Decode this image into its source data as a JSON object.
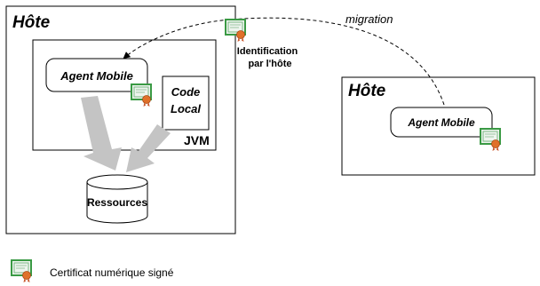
{
  "left_host": {
    "title": "Hôte",
    "jvm_label": "JVM",
    "agent_label": "Agent Mobile",
    "code_local_line1": "Code",
    "code_local_line2": "Local",
    "resources_label": "Ressources"
  },
  "right_host": {
    "title": "Hôte",
    "agent_label": "Agent Mobile"
  },
  "migration_label": "migration",
  "identification": {
    "line1": "Identification",
    "line2": "par l'hôte"
  },
  "legend": {
    "icon": "certificate-icon",
    "label": "Certificat numérique signé"
  },
  "colors": {
    "arrow_gray": "#c4c4c4",
    "certificate_green": "#3a9a44",
    "certificate_paper": "#eef4ee",
    "seal_orange": "#e0702a"
  }
}
